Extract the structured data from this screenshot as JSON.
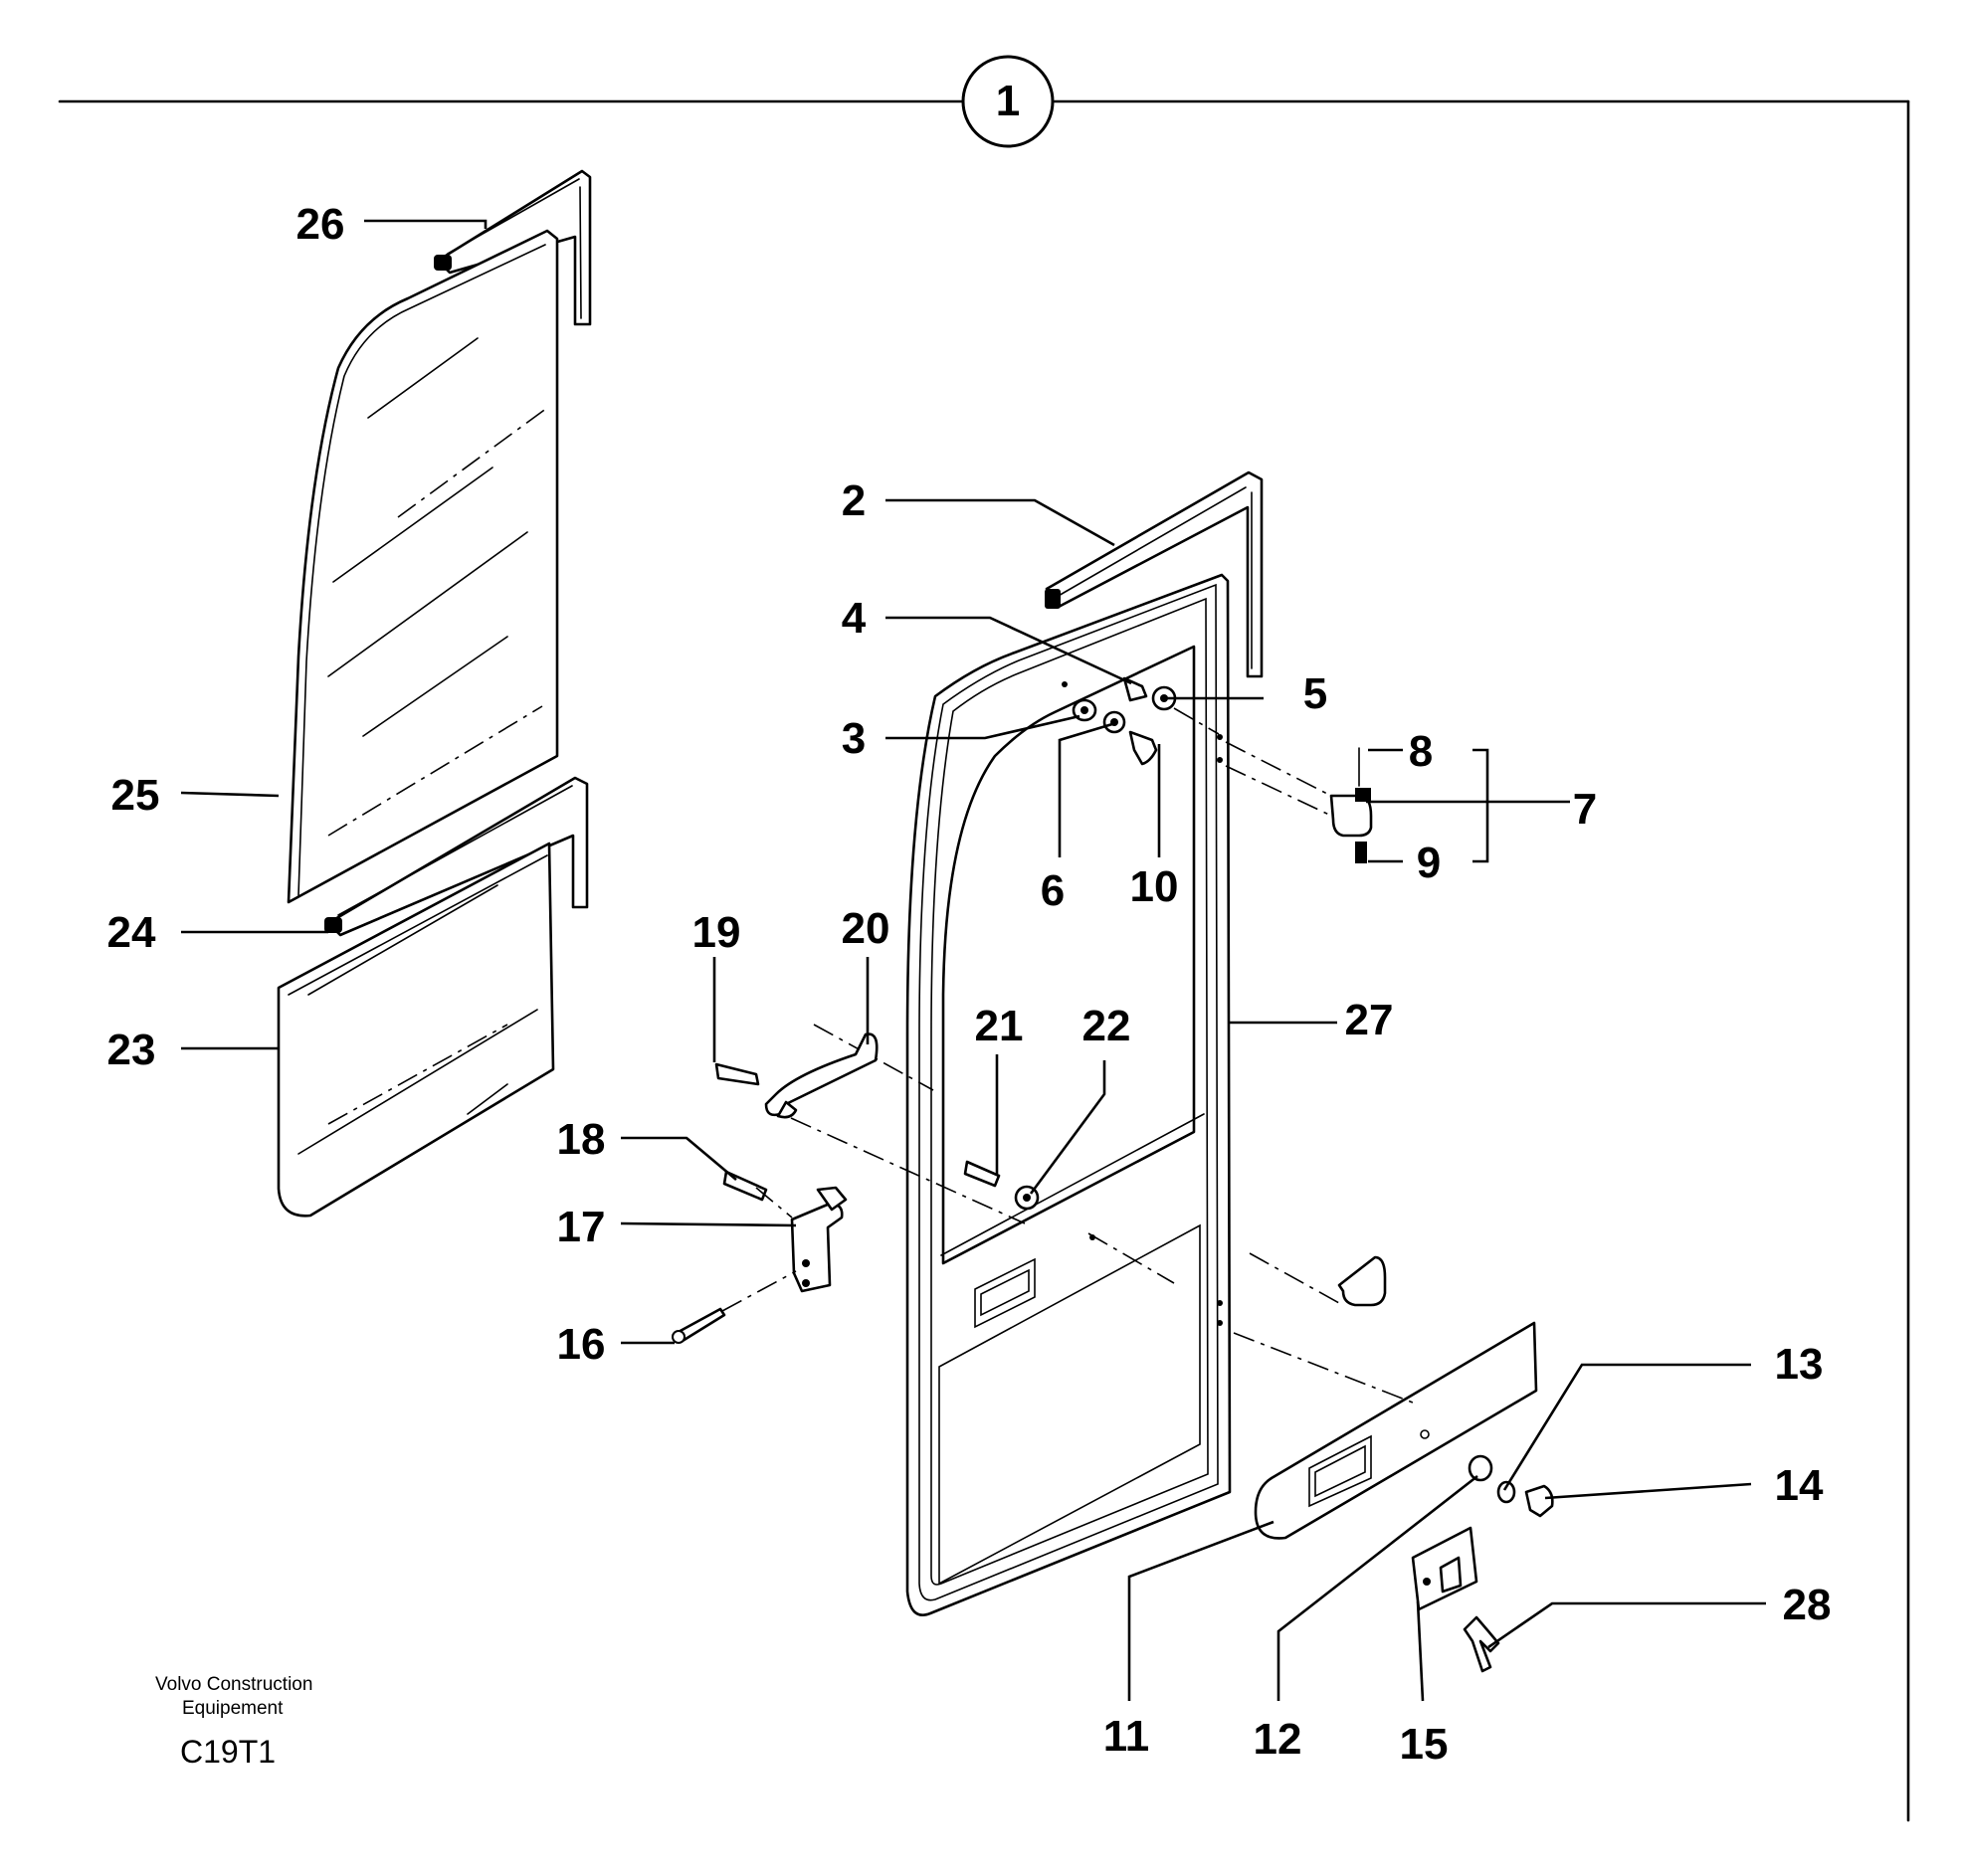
{
  "section_number": "1",
  "callouts": {
    "c1": "2",
    "c2": "3",
    "c3": "4",
    "c4": "5",
    "c5": "6",
    "c6": "7",
    "c7": "8",
    "c8": "9",
    "c9": "10",
    "c10": "11",
    "c11": "12",
    "c12": "13",
    "c13": "14",
    "c14": "15",
    "c15": "16",
    "c16": "17",
    "c17": "18",
    "c18": "19",
    "c19": "20",
    "c20": "21",
    "c21": "22",
    "c22": "23",
    "c23": "24",
    "c24": "25",
    "c25": "26",
    "c26": "27",
    "c27": "28"
  },
  "footer": {
    "brand_line1": "Volvo Construction",
    "brand_line2": "Equipement",
    "figure_code": "C19T1"
  }
}
